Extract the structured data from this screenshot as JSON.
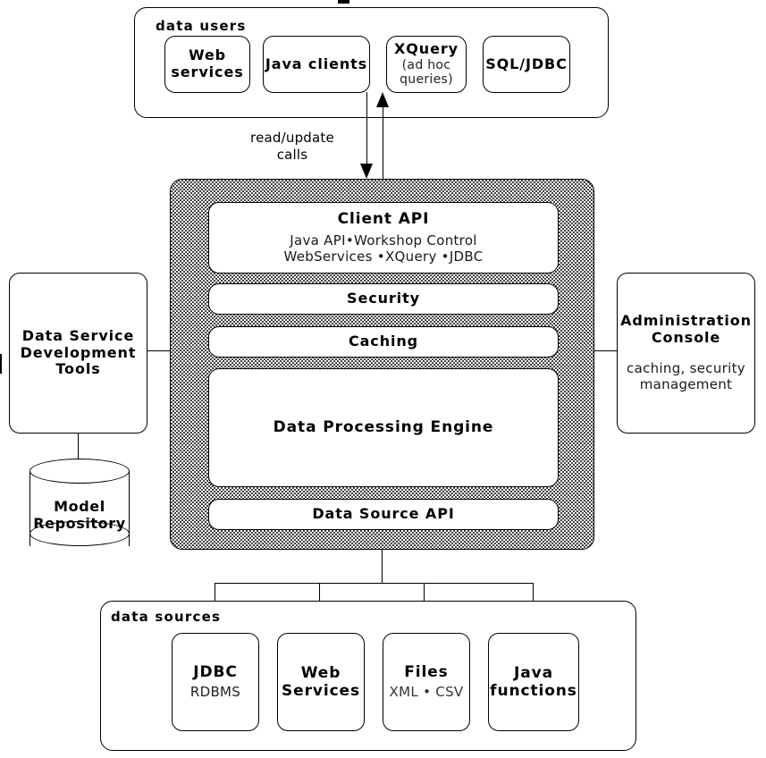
{
  "diagram": {
    "type": "architecture-block-diagram",
    "title": "Data Services Platform architecture"
  },
  "data_users": {
    "label": "data users",
    "boxes": [
      {
        "title": "Web\nservices",
        "sub": ""
      },
      {
        "title": "Java  clients",
        "sub": ""
      },
      {
        "title": "XQuery",
        "sub": "(ad hoc\nqueries)"
      },
      {
        "title": "SQL/JDBC",
        "sub": ""
      }
    ]
  },
  "connector": {
    "read_update_label": "read/update\ncalls",
    "down_arrow": "arrow-down",
    "up_arrow": "arrow-up"
  },
  "engine": {
    "layers": [
      {
        "title": "Client  API",
        "sub": "Java  API•Workshop  Control\nWebServices  •XQuery  •JDBC"
      },
      {
        "title": "Security",
        "sub": ""
      },
      {
        "title": "Caching",
        "sub": ""
      },
      {
        "title": "Data  Processing  Engine",
        "sub": ""
      },
      {
        "title": "Data  Source  API",
        "sub": ""
      }
    ]
  },
  "left_panel": {
    "title": "Data  Service\nDevelopment\nTools",
    "repository": {
      "label": "Model\nRepository",
      "shape": "cylinder-icon"
    }
  },
  "right_panel": {
    "title": "Administration\nConsole",
    "sub": "caching,  security\nmanagement"
  },
  "data_sources": {
    "label": "data  sources",
    "boxes": [
      {
        "title": "JDBC",
        "sub": "RDBMS"
      },
      {
        "title": "Web\nServices",
        "sub": ""
      },
      {
        "title": "Files",
        "sub": "XML  •  CSV"
      },
      {
        "title": "Java\nfunctions",
        "sub": ""
      }
    ]
  },
  "colors": {
    "stroke": "#000000",
    "fill": "#ffffff",
    "stipple": "#111111"
  }
}
